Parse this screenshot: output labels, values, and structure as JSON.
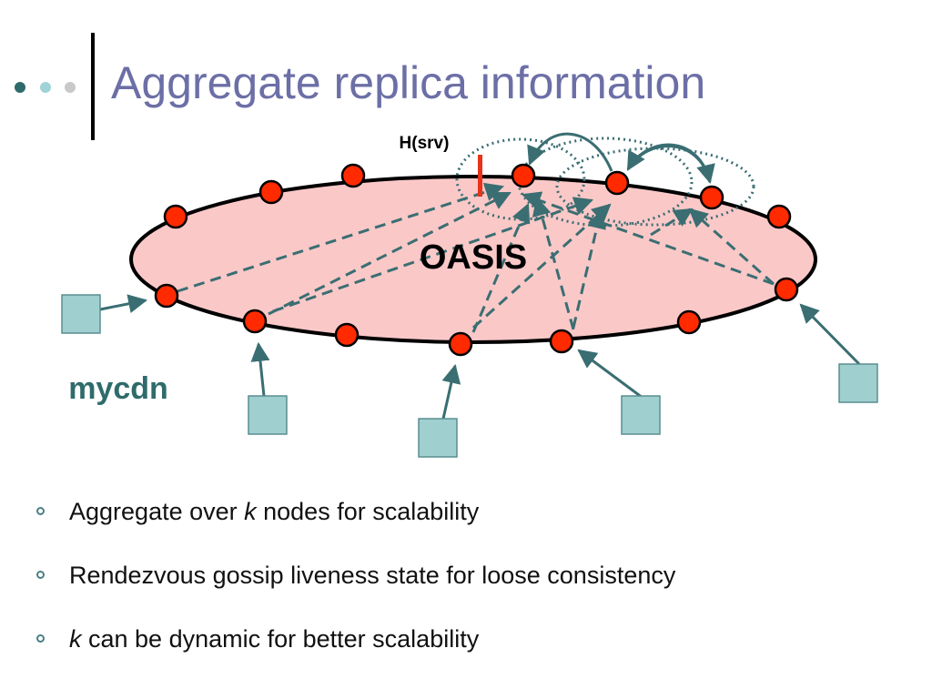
{
  "slide": {
    "title": "Aggregate replica information",
    "accent_color": "#6c6fa6",
    "header_dot_colors": [
      "#2f6b6b",
      "#9fd3d6",
      "#c9c9c9"
    ]
  },
  "diagram": {
    "ring_label": "OASIS",
    "hash_label": "H(srv)",
    "client_label": "mycdn",
    "ring_fill": "#fbc8c8",
    "node_color": "#ff2a00",
    "client_color": "#9fcfcf",
    "arrow_color": "#3a6e72",
    "marker_color": "#e8321a"
  },
  "bullets": [
    {
      "pre": "Aggregate over ",
      "k": "k",
      "post": " nodes for scalability"
    },
    {
      "pre": "Rendezvous gossip liveness state for loose consistency",
      "k": "",
      "post": ""
    },
    {
      "pre": "",
      "k": "k",
      "post": " can be dynamic for better scalability"
    }
  ]
}
